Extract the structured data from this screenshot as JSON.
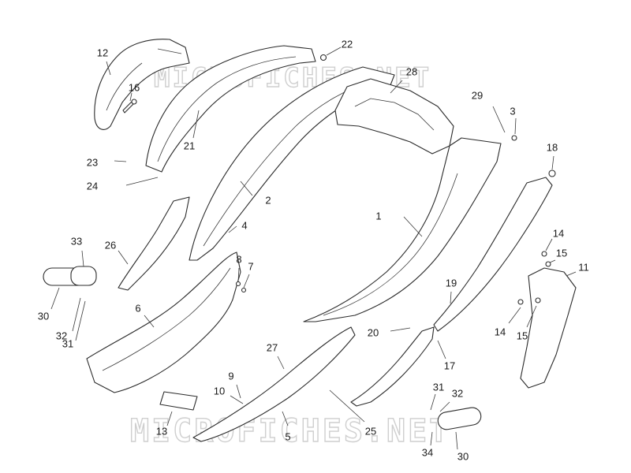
{
  "watermarks": [
    "MICROFICHES.NET",
    "MICROFICHES.NET"
  ],
  "labels": [
    "1",
    "2",
    "3",
    "4",
    "5",
    "6",
    "7",
    "8",
    "9",
    "10",
    "11",
    "12",
    "13",
    "14",
    "14",
    "15",
    "15",
    "16",
    "17",
    "18",
    "19",
    "20",
    "21",
    "22",
    "23",
    "24",
    "25",
    "26",
    "27",
    "28",
    "29",
    "30",
    "30",
    "31",
    "31",
    "32",
    "32",
    "33",
    "34"
  ],
  "colors": {
    "line": "#2b2b2b",
    "watermark": "#cfcfcf",
    "background": "#ffffff"
  }
}
